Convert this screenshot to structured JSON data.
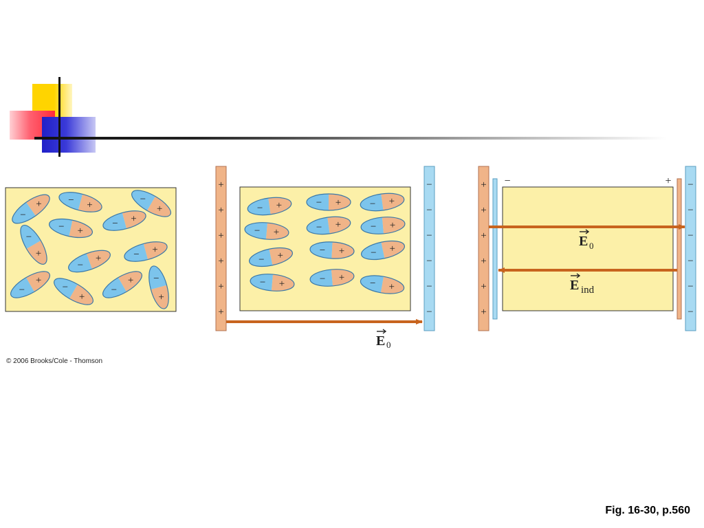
{
  "slide": {
    "copyright": "© 2006 Brooks/Cole - Thomson",
    "caption": "Fig. 16-30, p.560"
  },
  "labels": {
    "plus": "+",
    "minus": "−",
    "e0_letter": "E",
    "e0_sub": "0",
    "eind_letter": "E",
    "eind_sub": "ind"
  },
  "colors": {
    "dielectric_fill": "#fcf0a8",
    "positive_plate": "#f0b488",
    "negative_plate": "#a8daf2",
    "dipole_positive": "#f0b488",
    "dipole_negative": "#7cc4ec",
    "field_arrow": "#c8641e"
  }
}
